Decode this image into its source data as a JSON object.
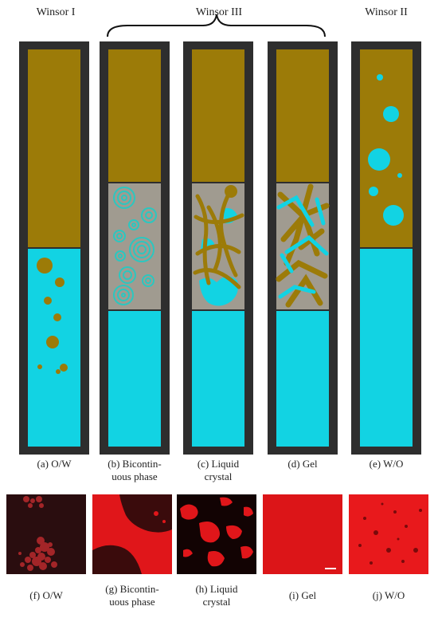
{
  "groups": {
    "winsor_1": "Winsor I",
    "winsor_3": "Winsor III",
    "winsor_2": "Winsor II"
  },
  "tubes": [
    {
      "label": "(a) O/W"
    },
    {
      "label_line1": "(b) Bicontin-",
      "label_line2": "uous phase"
    },
    {
      "label_line1": "(c) Liquid",
      "label_line2": "crystal"
    },
    {
      "label": "(d) Gel"
    },
    {
      "label": "(e) W/O"
    }
  ],
  "micrographs": [
    {
      "label": "(f) O/W"
    },
    {
      "label_line1": "(g) Bicontin-",
      "label_line2": "uous phase"
    },
    {
      "label_line1": "(h) Liquid",
      "label_line2": "crystal"
    },
    {
      "label": "(i) Gel"
    },
    {
      "label": "(j) W/O"
    }
  ],
  "colors": {
    "oil": "#9c7b08",
    "water": "#12d3e3",
    "frame": "#2e2e2e",
    "middle_phase": "#a09b90",
    "micro_red": "#e0161a"
  }
}
